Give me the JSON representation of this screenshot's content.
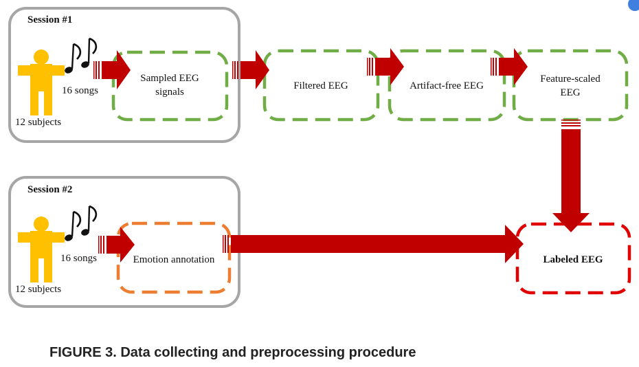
{
  "sessions": [
    {
      "title": "Session #1",
      "songs": "16 songs",
      "subjects": "12 subjects"
    },
    {
      "title": "Session #2",
      "songs": "16 songs",
      "subjects": "12 subjects"
    }
  ],
  "pipeline": {
    "sampled": [
      "Sampled EEG",
      "signals"
    ],
    "filtered": "Filtered EEG",
    "artifact_free": "Artifact-free EEG",
    "feature_scaled": [
      "Feature-scaled",
      "EEG"
    ],
    "emotion_annotation": "Emotion annotation",
    "labeled": "Labeled EEG"
  },
  "caption": "FIGURE 3. Data collecting and preprocessing procedure",
  "colors": {
    "session_border": "#a6a6a6",
    "green_dash": "#70ad47",
    "orange_dash": "#ed7d31",
    "red_dash": "#e00000",
    "arrow": "#c00000",
    "person": "#ffc000"
  },
  "icons": [
    "person-icon",
    "music-notes-icon",
    "arrow-icon"
  ]
}
